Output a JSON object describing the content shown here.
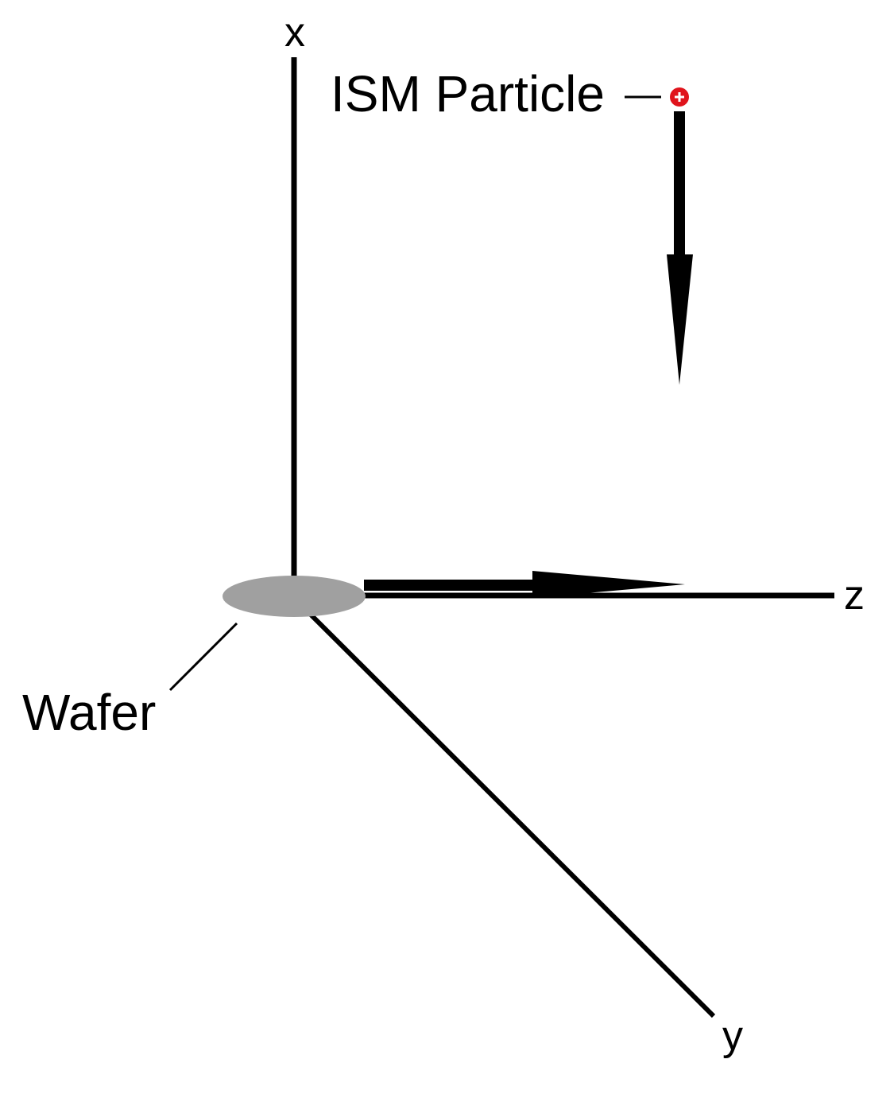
{
  "labels": {
    "x_axis": "x",
    "y_axis": "y",
    "z_axis": "z",
    "particle": "ISM Particle",
    "wafer": "Wafer"
  },
  "icons": {
    "particle_marker": "plus-circle-icon"
  },
  "colors": {
    "ink": "#000000",
    "wafer": "#a0a0a0",
    "particle": "#e0141c"
  }
}
